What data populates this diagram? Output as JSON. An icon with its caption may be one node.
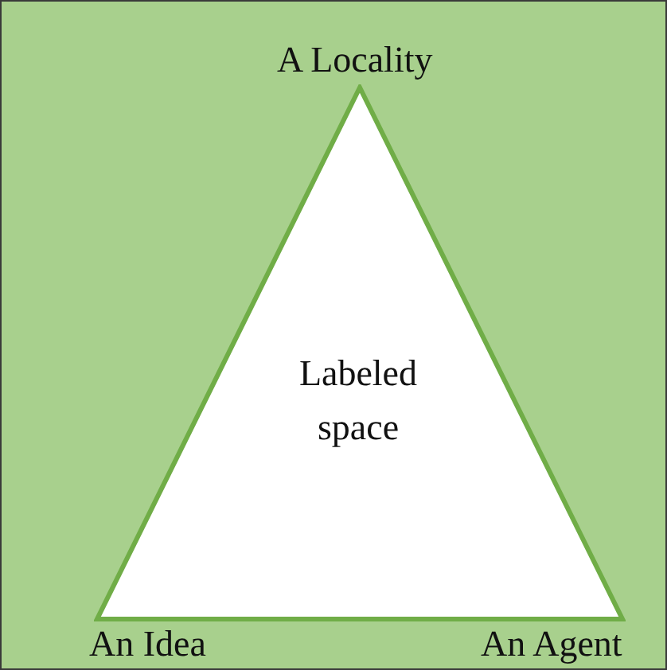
{
  "diagram": {
    "nodes": [
      {
        "text": [
          "Labeled space"
        ]
      }
    ],
    "labels": [
      "A Locality",
      "An Idea",
      "An Agent"
    ]
  }
}
